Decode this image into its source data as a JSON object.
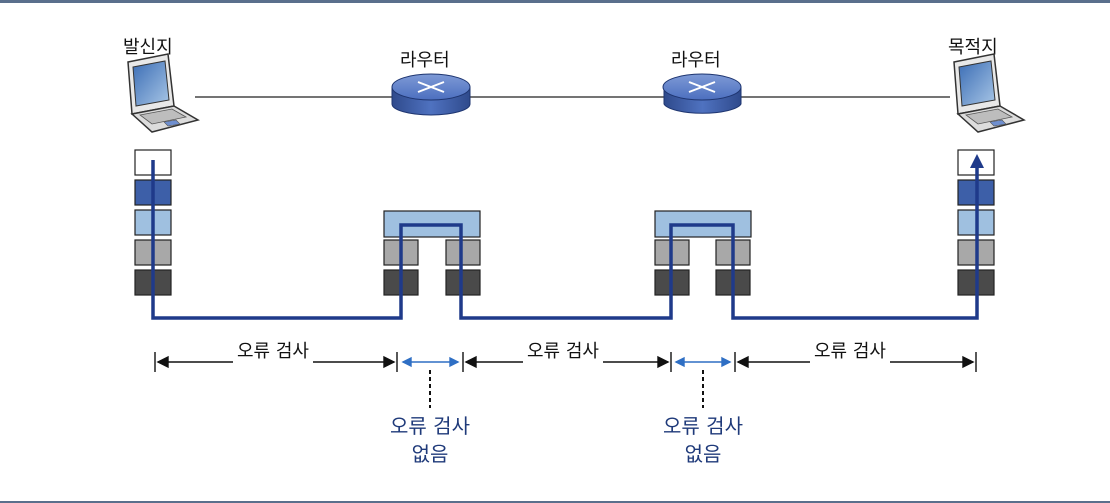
{
  "nodes": {
    "source": "발신지",
    "router1": "라우터",
    "router2": "라우터",
    "destination": "목적지"
  },
  "segments": {
    "seg1": "오류 검사",
    "seg2": "오류 검사",
    "seg3": "오류 검사"
  },
  "no_check": {
    "first": {
      "line1": "오류 검사",
      "line2": "없음"
    },
    "second": {
      "line1": "오류 검사",
      "line2": "없음"
    }
  },
  "colors": {
    "path": "#1f3a8a",
    "layer_dark_blue": "#3d5fa8",
    "layer_light_blue": "#9fc0e0",
    "layer_gray": "#a8a8a8",
    "layer_dark_gray": "#4a4a4a",
    "router": "#4c6fbf"
  }
}
